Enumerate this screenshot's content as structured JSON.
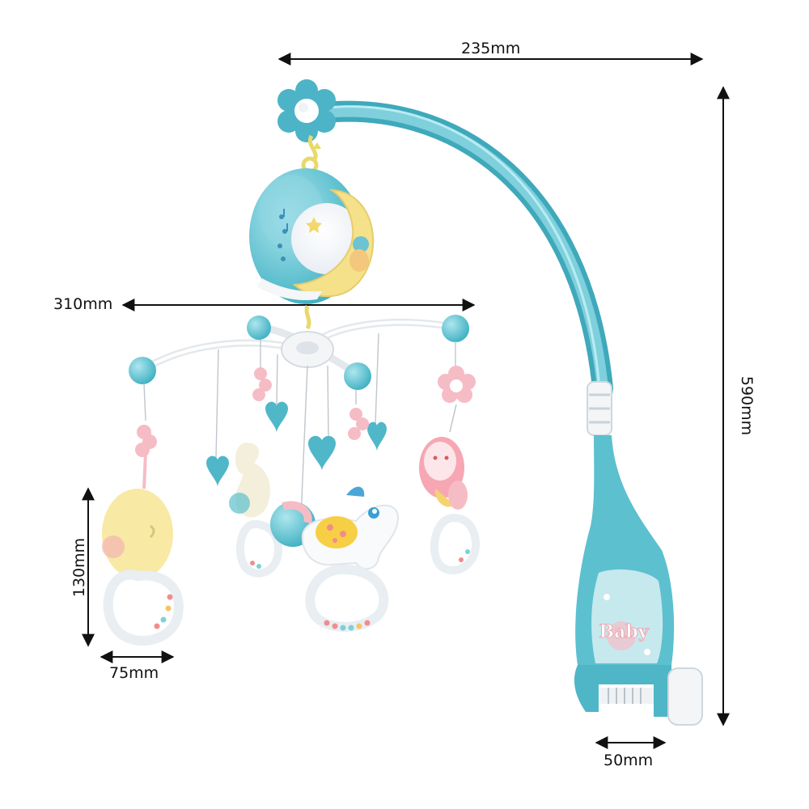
{
  "dimensions": {
    "arm_width": "235mm",
    "total_height": "590mm",
    "hanger_span": "310mm",
    "toy_height": "130mm",
    "toy_width": "75mm",
    "clamp_width": "50mm"
  },
  "product": {
    "base_label": "Baby"
  },
  "colors": {
    "primary_blue": "#5cc0cf",
    "light_blue": "#a9e2ea",
    "pink": "#f6b9c4",
    "yellow": "#f5e491",
    "white": "#f2f4f5"
  }
}
